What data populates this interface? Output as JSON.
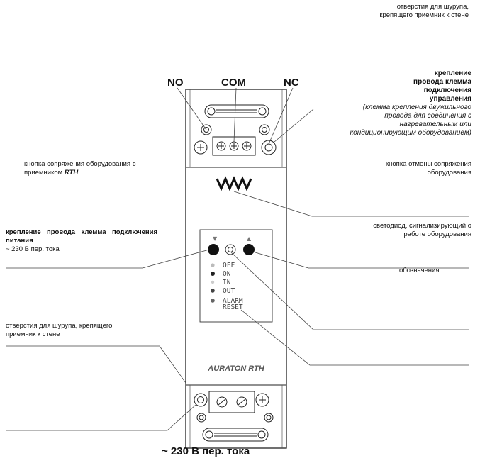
{
  "terminals": {
    "no": "NO",
    "com": "COM",
    "nc": "NC"
  },
  "labels": {
    "top_right_screw": [
      "отверстия для шурупа,",
      "крепящего приемник к стене"
    ],
    "control_terminal_bold": [
      "крепление",
      "провода клемма",
      "подключения",
      "управления"
    ],
    "control_terminal_italic": [
      "(клемма крепления двужильного",
      "провода для соединения с",
      "нагревательным или",
      "кондиционирующим оборудованием)"
    ],
    "cancel_pairing": [
      "кнопка отмены сопряжения",
      "оборудования"
    ],
    "pairing_button": "кнопка сопряжения оборудования с приемником ",
    "pairing_button_brand": "RTH",
    "power_terminal_bold": "крепление провода клемма подключения питания",
    "power_terminal_sub": "~ 230 В пер. тока",
    "led": [
      "светодиод, сигнализирующий о",
      "работе оборудования"
    ],
    "markings": "обозначения",
    "bottom_left_screw": [
      "отверстия для шурупа, крепящего",
      "приемник к стене"
    ],
    "bottom_caption": "~ 230 В пер. тока"
  },
  "device": {
    "brand": "AURATON RTH",
    "legend": [
      "OFF",
      "ON",
      "IN",
      "OUT",
      "ALARM",
      "RESET"
    ]
  }
}
